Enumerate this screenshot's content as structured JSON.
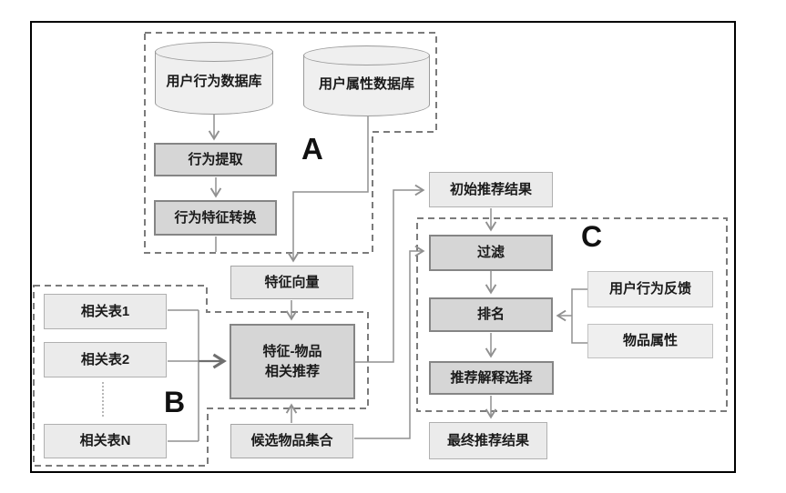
{
  "diagram": {
    "section_labels": {
      "a": "A",
      "b": "B",
      "c": "C"
    },
    "nodes": {
      "db_behavior": "用户行为数据库",
      "db_attribute": "用户属性数据库",
      "extract": "行为提取",
      "transform": "行为特征转换",
      "feature_vector": "特征向量",
      "feature_item_line1": "特征-物品",
      "feature_item_line2": "相关推荐",
      "candidate_set": "候选物品集合",
      "rel_table_1": "相关表1",
      "rel_table_2": "相关表2",
      "rel_table_n": "相关表N",
      "initial_result": "初始推荐结果",
      "filter": "过滤",
      "rank": "排名",
      "explain_select": "推荐解释选择",
      "final_result": "最终推荐结果",
      "user_feedback": "用户行为反馈",
      "item_attribute": "物品属性"
    },
    "colors": {
      "light_box_fill": "#ebebeb",
      "dark_box_fill": "#d6d6d6",
      "cylinder_fill": "#efefef",
      "connector_line": "#909090",
      "dashed_border": "#7b7b7b",
      "frame_border": "#000000"
    }
  }
}
